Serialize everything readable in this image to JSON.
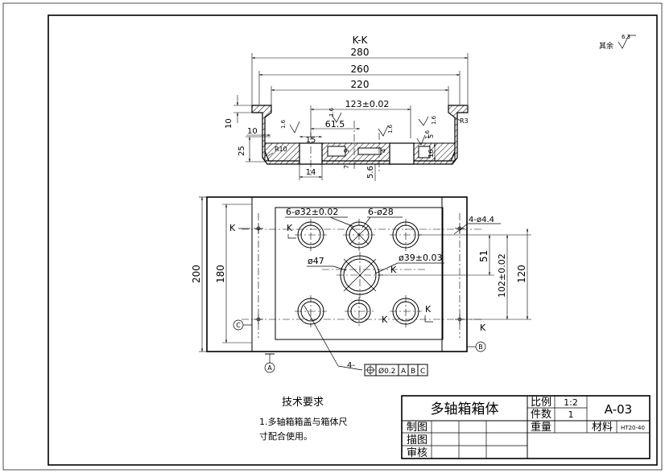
{
  "section": {
    "title": "K-K",
    "dims": {
      "overall": "280",
      "inner": "260",
      "bore_span": "220",
      "center_span": "123±0.02",
      "half_offset": "61.5",
      "flange_thk": "10",
      "step": "10",
      "height": "25",
      "boss": "15",
      "bottom": "14",
      "depth": "5.6",
      "h9": "9",
      "h4": "4",
      "h7": "7",
      "h16": "16",
      "h5": "5",
      "r10": "R10",
      "r3": "R3"
    },
    "surface_marks": [
      "1.6",
      "1.6",
      "1.6",
      "1.6",
      "1.6"
    ]
  },
  "plan": {
    "holes_small": "6-ø32±0.02",
    "holes_large": "6-ø28",
    "mount_holes": "4-ø4.4",
    "big_hole": "ø47",
    "big_hole_tol": "ø39±0.03",
    "width": "200",
    "inner_width": "180",
    "v51": "51",
    "v102": "102±0.02",
    "v120": "120",
    "section_letter": "K",
    "datum_a": "A",
    "datum_b": "B",
    "datum_c": "C",
    "position_callout": {
      "qty": "4-",
      "tolerance": "Ø0.2",
      "datums": [
        "A",
        "B",
        "C"
      ]
    }
  },
  "roughness_other": {
    "label": "其余",
    "value": "6.3"
  },
  "notes": {
    "title": "技术要求",
    "line1": "1.多轴箱箱盖与箱体尺",
    "line2": "寸配合使用。"
  },
  "titleblock": {
    "name": "多轴箱箱体",
    "scale_label": "比例",
    "scale_value": "1:2",
    "qty_label": "件数",
    "qty_value": "1",
    "drawing_no": "A-03",
    "weight_label": "重量",
    "material_label": "材料",
    "material_value": "HT20-40",
    "made_label": "制图",
    "drawn_label": "描图",
    "checked_label": "审核"
  }
}
